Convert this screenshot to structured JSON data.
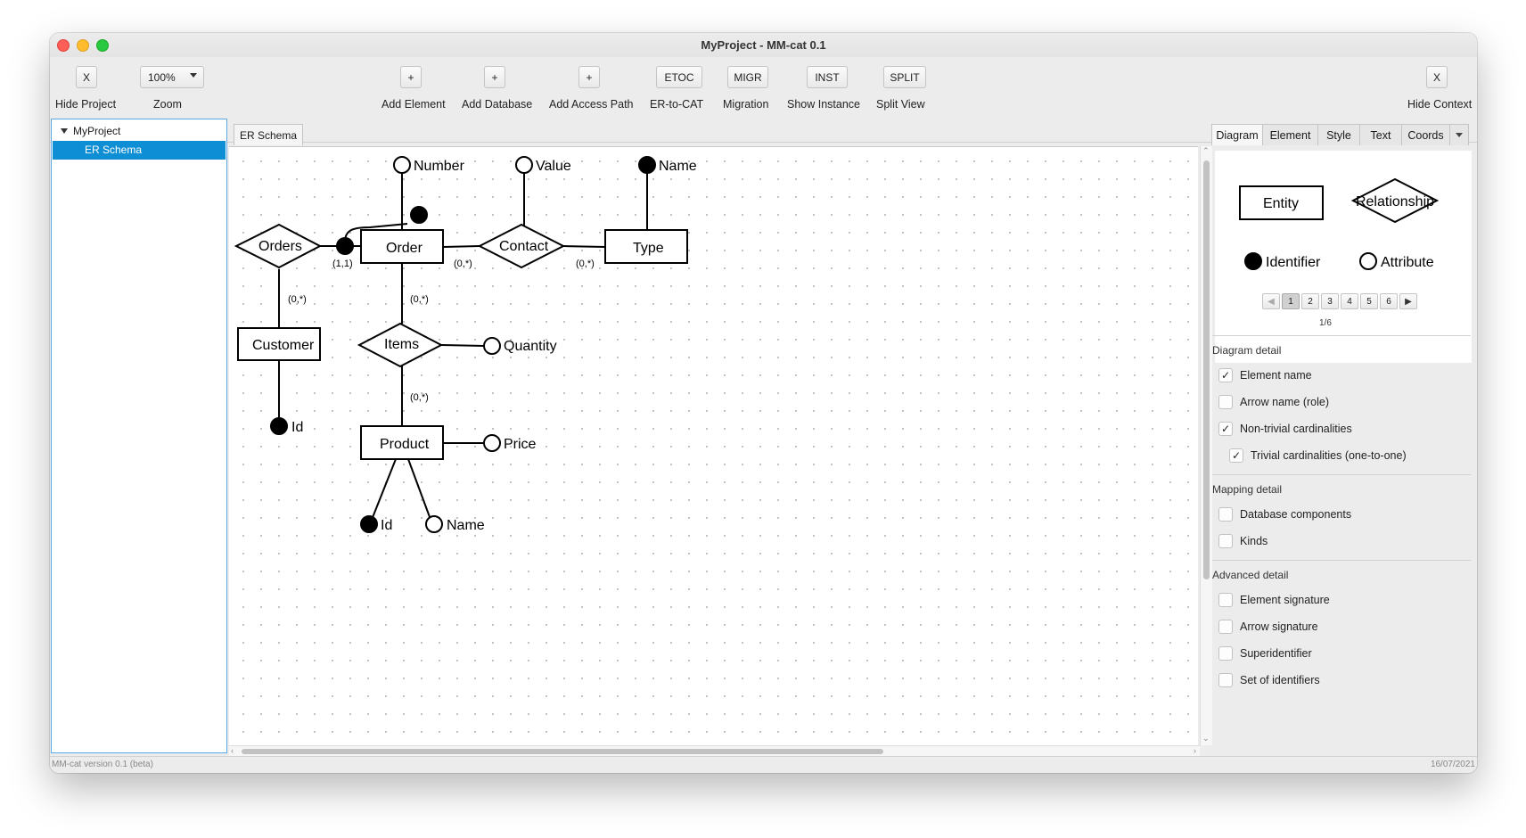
{
  "window": {
    "title": "MyProject - MM-cat 0.1"
  },
  "toolbar": {
    "hide_project": {
      "button": "X",
      "label": "Hide Project"
    },
    "zoom": {
      "value": "100%",
      "label": "Zoom"
    },
    "add_element": {
      "button": "+",
      "label": "Add Element"
    },
    "add_database": {
      "button": "+",
      "label": "Add Database"
    },
    "add_access_path": {
      "button": "+",
      "label": "Add Access Path"
    },
    "er_to_cat": {
      "button": "ETOC",
      "label": "ER-to-CAT"
    },
    "migration": {
      "button": "MIGR",
      "label": "Migration"
    },
    "show_instance": {
      "button": "INST",
      "label": "Show Instance"
    },
    "split_view": {
      "button": "SPLIT",
      "label": "Split View"
    },
    "hide_context": {
      "button": "X",
      "label": "Hide Context"
    }
  },
  "project_tree": {
    "root": "MyProject",
    "selected_item": "ER Schema"
  },
  "editor": {
    "tab": "ER Schema",
    "diagram": {
      "entities": [
        "Order",
        "Type",
        "Customer",
        "Product"
      ],
      "relationships": [
        "Orders",
        "Contact",
        "Items"
      ],
      "identifiers": [
        "Name",
        "Id",
        "Id"
      ],
      "attributes": [
        "Number",
        "Value",
        "Quantity",
        "Price",
        "Name"
      ],
      "cardinalities": [
        "(1,1)",
        "(0,*)",
        "(0,*)",
        "(0,*)",
        "(0,*)",
        "(0,*)"
      ]
    }
  },
  "context": {
    "tabs": [
      "Diagram",
      "Element",
      "Style",
      "Text",
      "Coords"
    ],
    "legend": {
      "entity": "Entity",
      "relationship": "Relationship",
      "identifier": "Identifier",
      "attribute": "Attribute"
    },
    "pager": {
      "pages": [
        "1",
        "2",
        "3",
        "4",
        "5",
        "6"
      ],
      "current": "1",
      "count": "1/6"
    },
    "sections": [
      {
        "title": "Diagram detail",
        "options": [
          {
            "label": "Element name",
            "checked": true
          },
          {
            "label": "Arrow name (role)",
            "checked": false
          },
          {
            "label": "Non-trivial cardinalities",
            "checked": true
          },
          {
            "label": "Trivial cardinalities (one-to-one)",
            "checked": true
          }
        ]
      },
      {
        "title": "Mapping detail",
        "options": [
          {
            "label": "Database components",
            "checked": false
          },
          {
            "label": "Kinds",
            "checked": false
          }
        ]
      },
      {
        "title": "Advanced detail",
        "options": [
          {
            "label": "Element signature",
            "checked": false
          },
          {
            "label": "Arrow signature",
            "checked": false
          },
          {
            "label": "Superidentifier",
            "checked": false
          },
          {
            "label": "Set of identifiers",
            "checked": false
          }
        ]
      }
    ]
  },
  "statusbar": {
    "version": "MM-cat version 0.1 (beta)",
    "date": "16/07/2021"
  }
}
